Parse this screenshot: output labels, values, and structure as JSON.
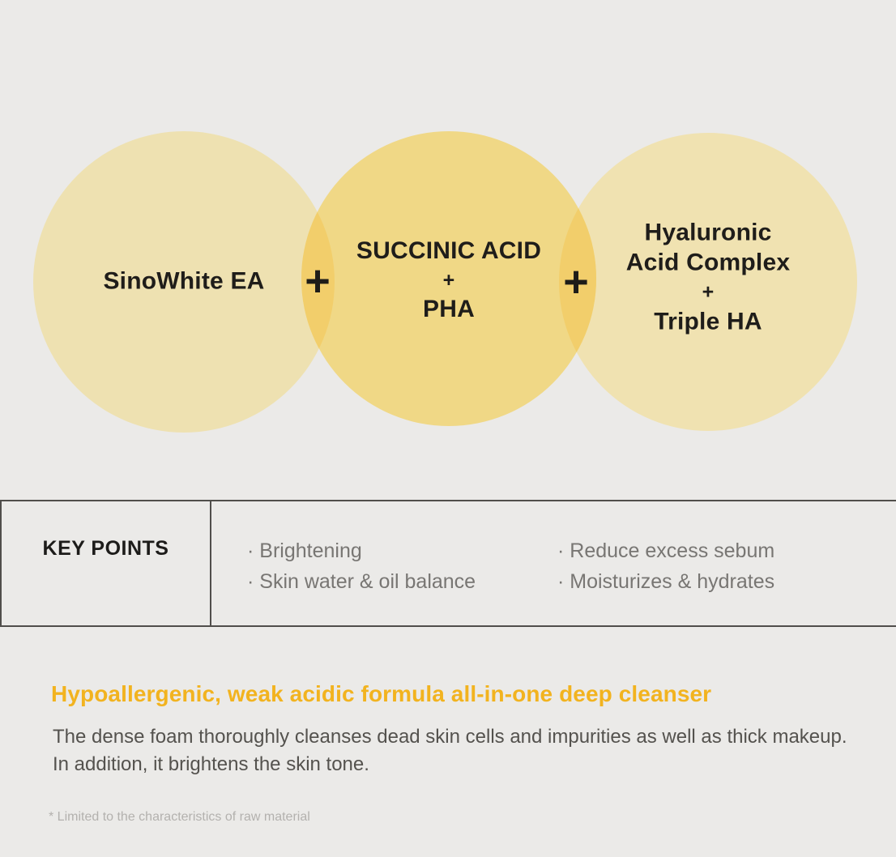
{
  "page": {
    "background_color": "#EBEAE8"
  },
  "venn": {
    "plus_separator": "+",
    "overlap_color": "#F2CE6B",
    "text_color": "#1F1D1A",
    "circles": [
      {
        "name": "SinoWhite EA",
        "color": "#EEE1B1",
        "lines": [
          "SinoWhite EA"
        ]
      },
      {
        "name": "Succinic Acid + PHA",
        "color": "#F0D886",
        "lines": [
          "SUCCINIC ACID",
          "+",
          "PHA"
        ]
      },
      {
        "name": "Hyaluronic Acid Complex + Triple HA",
        "color": "#F0E2B1",
        "lines": [
          "Hyaluronic",
          "Acid Complex",
          "+",
          "Triple HA"
        ]
      }
    ]
  },
  "keypoints": {
    "title": "KEY POINTS",
    "border_color": "#504E4B",
    "item_color": "#787673",
    "columns": [
      [
        "· Brightening",
        "· Skin water & oil balance"
      ],
      [
        "· Reduce excess sebum",
        "· Moisturizes & hydrates"
      ]
    ]
  },
  "description": {
    "headline": "Hypoallergenic, weak acidic formula all-in-one deep cleanser",
    "headline_color": "#F2B31F",
    "body_lines": [
      "The dense foam thoroughly cleanses dead skin cells and impurities as well as thick makeup.",
      "In addition, it brightens the skin tone."
    ],
    "body_color": "#54524E",
    "footnote": "* Limited to the characteristics of raw material",
    "footnote_color": "#B3B1AE"
  }
}
